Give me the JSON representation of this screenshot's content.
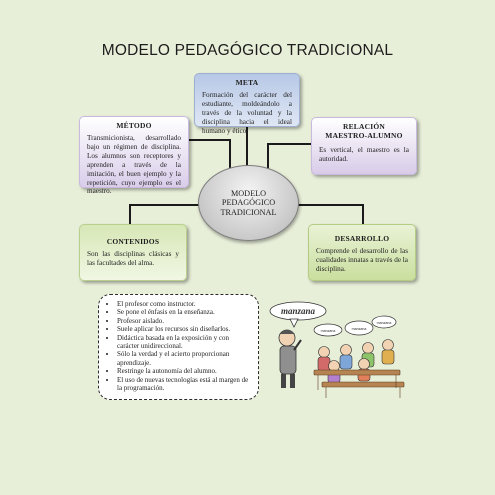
{
  "title": "MODELO PEDAGÓGICO TRADICIONAL",
  "center": {
    "line1": "MODELO",
    "line2": "PEDAGÓGICO",
    "line3": "TRADICIONAL"
  },
  "boxes": {
    "meta": {
      "heading": "META",
      "text": "Formación del carácter del estudiante, moldeándolo a través de la voluntad y la disciplina hacia el ideal humano y ético."
    },
    "metodo": {
      "heading": "MÉTODO",
      "text": "Transmicionista, desarrollado bajo un régimen de disciplina. Los alumnos son receptores y aprenden a través de la imitación, el buen ejemplo y la repetición, cuyo ejemplo es el maestro."
    },
    "relacion": {
      "heading_line1": "RELACIÓN",
      "heading_line2": "MAESTRO-ALUMNO",
      "text": "Es vertical, el maestro es la autoridad."
    },
    "contenidos": {
      "heading": "CONTENIDOS",
      "text": "Son las disciplinas clásicas y las facultades del alma."
    },
    "desarrollo": {
      "heading": "DESARROLLO",
      "text": "Comprende el desarrollo de las cualidades innatas a través de la disciplina."
    }
  },
  "features": [
    "El profesor como instructor.",
    "Se pone el énfasis en la enseñanza.",
    "Profesor aislado.",
    "Suele aplicar los recursos sin diseñarlos.",
    "Didáctica basada en la exposición y con carácter unidireccional.",
    "Sólo la verdad y el acierto proporcionan aprendizaje.",
    "Restringe la autonomía del alumno.",
    "El uso de nuevas tecnologías está al margen de la programación."
  ],
  "illustration": {
    "teacher_bubble": "manzana",
    "student_bubbles": [
      "manzana",
      "manzana",
      "manzana"
    ]
  },
  "colors": {
    "background": "#e8efd9",
    "meta_box": "#c5d3ec",
    "purple_boxes": "#d9cdea",
    "green_boxes": "#d7e7b6",
    "center_ellipse": "#c9c9c9",
    "connector": "#1a1a1a"
  }
}
